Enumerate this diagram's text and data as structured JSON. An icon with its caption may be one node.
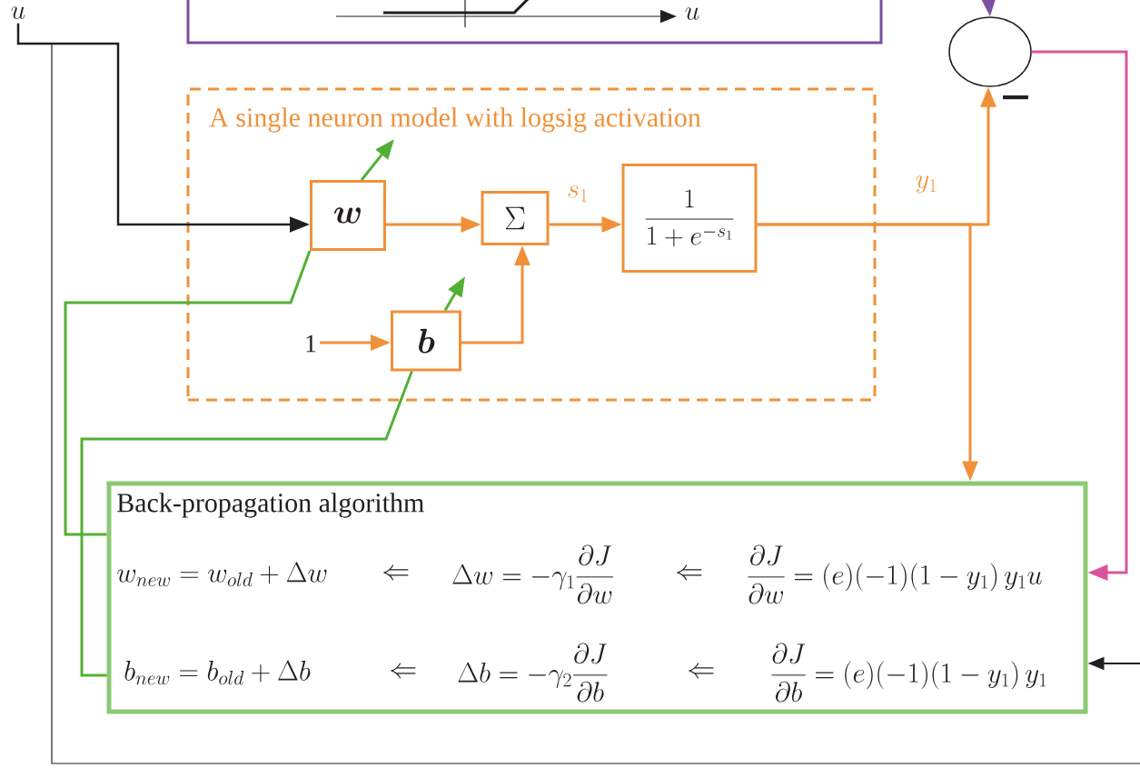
{
  "diagram": {
    "nodes": [
      {
        "text": [
          "u"
        ]
      },
      {
        "text": [
          "u"
        ]
      },
      {
        "text": [],
        "shape": "circle",
        "beside": [
          "−"
        ]
      },
      {
        "text": [
          "A single neuron model with logsig activation"
        ]
      },
      {
        "text": [
          "\\boldsymbol{w}"
        ],
        "in": 3
      },
      {
        "text": [
          "\\Sigma"
        ],
        "in": 3
      },
      {
        "text": [
          "\\frac{1}{1+e^{-s_1}}"
        ],
        "in": 3
      },
      {
        "text": [
          "1"
        ],
        "in": 3
      },
      {
        "text": [
          "\\boldsymbol{b}"
        ],
        "in": 3
      },
      {
        "text": [
          "Back-propagation algorithm",
          "w_{new}=w_{old}+\\Delta w",
          "\\Leftarrow",
          "\\Delta w=-\\gamma_1\\frac{\\partial J}{\\partial w}",
          "\\Leftarrow",
          "\\frac{\\partial J}{\\partial w}=(e)(-1)(1-y_1)\\,y_1u",
          "b_{new}=b_{old}+\\Delta b",
          "\\Leftarrow",
          "\\Delta b=-\\gamma_2\\frac{\\partial J}{\\partial b}",
          "\\Leftarrow",
          "\\frac{\\partial J}{\\partial b}=(e)(-1)(1-y_1)\\,y_1"
        ]
      }
    ],
    "edges": [
      {
        "from": null,
        "to": 2,
        "arrow": "to",
        "color": "#7b4fa0"
      },
      {
        "from": 0,
        "to": 4,
        "arrow": "to",
        "color": "#231f20"
      },
      {
        "from": 0,
        "to": null,
        "arrow": "none",
        "color": "#231f20"
      },
      {
        "from": 4,
        "to": 5,
        "arrow": "to"
      },
      {
        "from": 5,
        "to": 6,
        "arrow": "to",
        "label": "s_1"
      },
      {
        "from": 7,
        "to": 8,
        "arrow": "to"
      },
      {
        "from": 8,
        "to": 5,
        "arrow": "to"
      },
      {
        "from": 6,
        "to": 2,
        "arrow": "to",
        "label": "y_1"
      },
      {
        "from": 6,
        "to": 9,
        "arrow": "to"
      },
      {
        "from": 2,
        "to": 9,
        "arrow": "to",
        "color": "#d9559a"
      },
      {
        "from": null,
        "to": 9,
        "arrow": "to",
        "color": "#231f20"
      },
      {
        "from": 9,
        "to": 4,
        "arrow": "none",
        "color": "#52b035"
      },
      {
        "from": 9,
        "to": 8,
        "arrow": "none",
        "color": "#52b035"
      },
      {
        "from": 4,
        "to": null,
        "arrow": "to",
        "color": "#52b035"
      },
      {
        "from": 8,
        "to": null,
        "arrow": "to",
        "color": "#52b035"
      }
    ]
  }
}
